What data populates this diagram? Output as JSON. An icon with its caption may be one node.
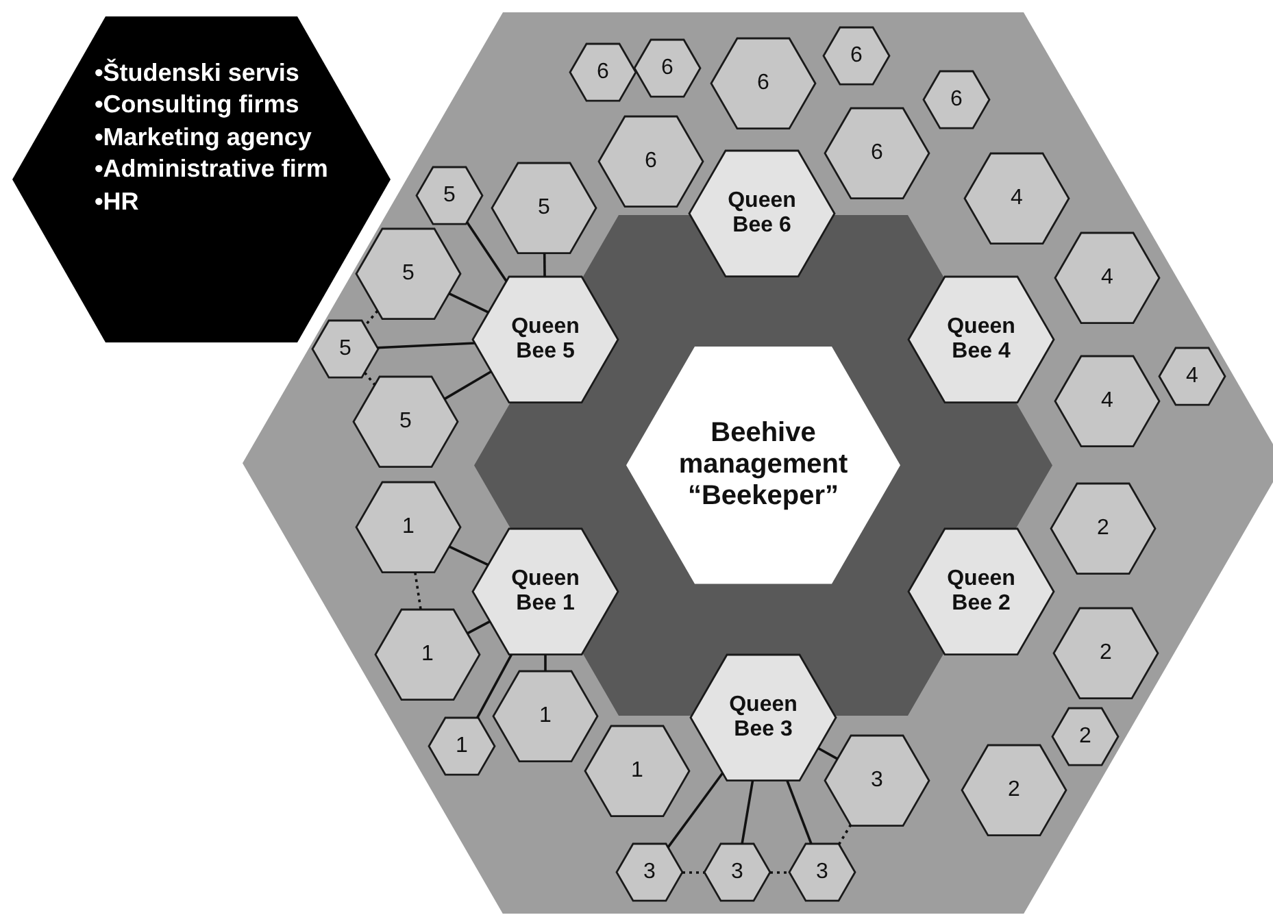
{
  "diagram": {
    "nodes": [
      {
        "text": [
          "•Študenski servis",
          "•Consulting firms",
          "•Marketing agency",
          "•Administrative firm",
          "•HR"
        ]
      },
      {
        "text": [],
        "shape": "hexagon"
      },
      {
        "text": [],
        "shape": "hexagon",
        "in": 1
      },
      {
        "text": [
          "Beehive management “Beekeper”"
        ],
        "in": 2
      },
      {
        "text": [
          "Queen Bee 6"
        ],
        "in": 1
      },
      {
        "text": [
          "6"
        ],
        "in": 1
      },
      {
        "text": [
          "6"
        ],
        "in": 1
      },
      {
        "text": [
          "6"
        ],
        "in": 1
      },
      {
        "text": [
          "6"
        ],
        "in": 1
      },
      {
        "text": [
          "6"
        ],
        "in": 1
      },
      {
        "text": [
          "6"
        ],
        "in": 1
      },
      {
        "text": [
          "6"
        ],
        "in": 1
      },
      {
        "text": [
          "Queen Bee 5"
        ],
        "in": 1
      },
      {
        "text": [
          "5"
        ],
        "in": 1
      },
      {
        "text": [
          "5"
        ],
        "in": 1
      },
      {
        "text": [
          "5"
        ],
        "in": 1
      },
      {
        "text": [
          "5"
        ],
        "in": 1
      },
      {
        "text": [
          "5"
        ],
        "in": 1
      },
      {
        "text": [
          "Queen Bee 4"
        ],
        "in": 1
      },
      {
        "text": [
          "4"
        ],
        "in": 1
      },
      {
        "text": [
          "4"
        ],
        "in": 1
      },
      {
        "text": [
          "4"
        ],
        "in": 1
      },
      {
        "text": [
          "4"
        ],
        "in": 1
      },
      {
        "text": [
          "Queen Bee 1"
        ],
        "in": 1
      },
      {
        "text": [
          "1"
        ],
        "in": 1
      },
      {
        "text": [
          "1"
        ],
        "in": 1
      },
      {
        "text": [
          "1"
        ],
        "in": 1
      },
      {
        "text": [
          "1"
        ],
        "in": 1
      },
      {
        "text": [
          "1"
        ],
        "in": 1
      },
      {
        "text": [
          "Queen Bee 2"
        ],
        "in": 1
      },
      {
        "text": [
          "2"
        ],
        "in": 1
      },
      {
        "text": [
          "2"
        ],
        "in": 1
      },
      {
        "text": [
          "2"
        ],
        "in": 1
      },
      {
        "text": [
          "2"
        ],
        "in": 1
      },
      {
        "text": [
          "Queen Bee 3"
        ],
        "in": 1
      },
      {
        "text": [
          "3"
        ],
        "in": 1
      },
      {
        "text": [
          "3"
        ],
        "in": 1
      },
      {
        "text": [
          "3"
        ],
        "in": 1
      },
      {
        "text": [
          "3"
        ],
        "in": 1
      }
    ],
    "edges": [
      {
        "from": 12,
        "to": 13,
        "arrow": "none"
      },
      {
        "from": 12,
        "to": 14,
        "arrow": "none"
      },
      {
        "from": 12,
        "to": 15,
        "arrow": "none"
      },
      {
        "from": 12,
        "to": 16,
        "arrow": "none"
      },
      {
        "from": 12,
        "to": 17,
        "arrow": "none"
      },
      {
        "from": 15,
        "to": 16,
        "arrow": "none",
        "style": "dashed"
      },
      {
        "from": 16,
        "to": 17,
        "arrow": "none",
        "style": "dashed"
      },
      {
        "from": 23,
        "to": 24,
        "arrow": "none"
      },
      {
        "from": 23,
        "to": 25,
        "arrow": "none"
      },
      {
        "from": 23,
        "to": 26,
        "arrow": "none"
      },
      {
        "from": 23,
        "to": 27,
        "arrow": "none"
      },
      {
        "from": 24,
        "to": 25,
        "arrow": "none",
        "style": "dashed"
      },
      {
        "from": 34,
        "to": 36,
        "arrow": "none"
      },
      {
        "from": 34,
        "to": 37,
        "arrow": "none"
      },
      {
        "from": 34,
        "to": 38,
        "arrow": "none"
      },
      {
        "from": 34,
        "to": 35,
        "arrow": "none"
      },
      {
        "from": 36,
        "to": 37,
        "arrow": "none",
        "style": "dashed"
      },
      {
        "from": 37,
        "to": 38,
        "arrow": "none",
        "style": "dashed"
      },
      {
        "from": 38,
        "to": 35,
        "arrow": "none",
        "style": "dashed"
      }
    ]
  }
}
